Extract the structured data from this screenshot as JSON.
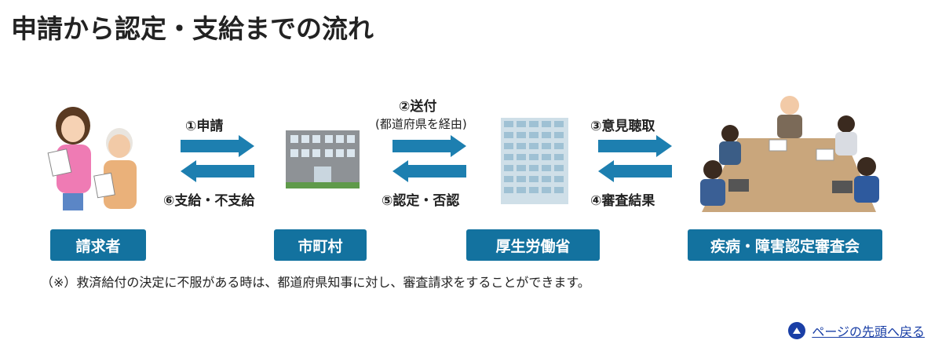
{
  "page": {
    "title": "申請から認定・支給までの流れ"
  },
  "entities": [
    {
      "label": "請求者"
    },
    {
      "label": "市町村"
    },
    {
      "label": "厚生労働省"
    },
    {
      "label": "疾病・障害認定審査会"
    }
  ],
  "steps": {
    "s1": "①申請",
    "s2": "②送付",
    "s2_sub": "(都道府県を経由)",
    "s3": "③意見聴取",
    "s4": "④審査結果",
    "s5": "⑤認定・否認",
    "s6": "⑥支給・不支給"
  },
  "note": "（※）救済給付の決定に不服がある時は、都道府県知事に対し、審査請求をすることができます。",
  "back_to_top": {
    "label": "ページの先頭へ戻る",
    "icon": "triangle-up-icon"
  },
  "colors": {
    "arrow": "#1d7fb0",
    "label_bg": "#13729f",
    "link": "#1a3fa6"
  }
}
